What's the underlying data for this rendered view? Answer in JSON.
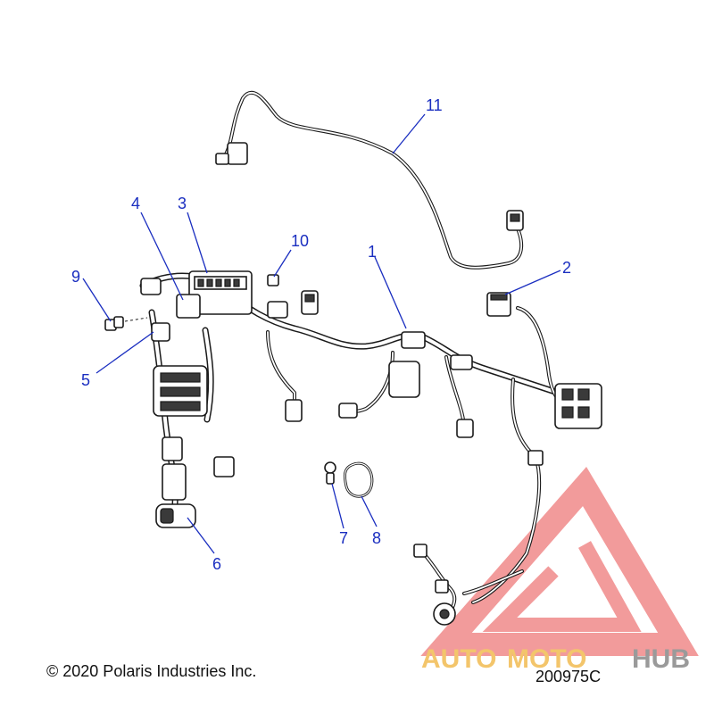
{
  "callouts": [
    {
      "id": "1",
      "label": "1"
    },
    {
      "id": "2",
      "label": "2"
    },
    {
      "id": "3",
      "label": "3"
    },
    {
      "id": "4",
      "label": "4"
    },
    {
      "id": "5",
      "label": "5"
    },
    {
      "id": "6",
      "label": "6"
    },
    {
      "id": "7",
      "label": "7"
    },
    {
      "id": "8",
      "label": "8"
    },
    {
      "id": "9",
      "label": "9"
    },
    {
      "id": "10",
      "label": "10"
    },
    {
      "id": "11",
      "label": "11"
    }
  ],
  "footer": {
    "copyright": "© 2020 Polaris Industries Inc.",
    "drawing_code": "200975C"
  },
  "watermark": {
    "text_auto": "AUTO",
    "text_moto": "MOTO",
    "text_hub": "HUB",
    "color_auto": "#f3c56b",
    "color_moto": "#f3c56b",
    "color_hub": "#9a9a9a",
    "triangle_color": "#f08a8a"
  },
  "colors": {
    "callout": "#1a2ec0",
    "line": "#1a1a1a"
  }
}
